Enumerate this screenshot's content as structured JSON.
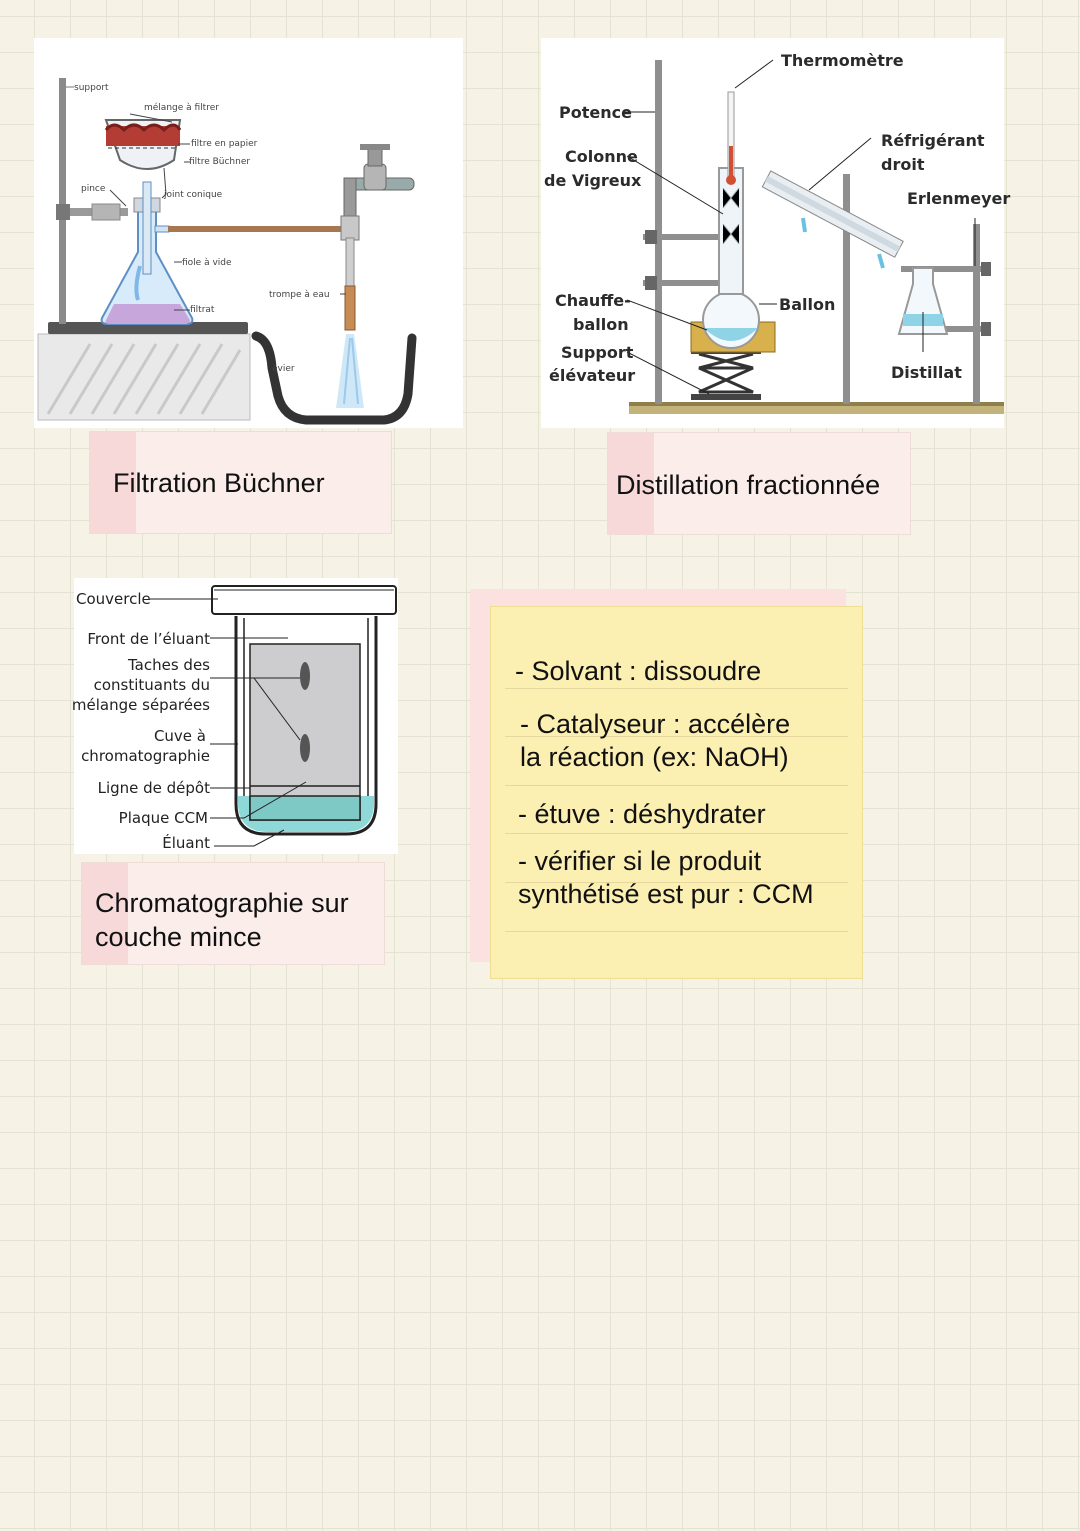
{
  "buchner": {
    "caption": "Filtration Büchner",
    "labels": {
      "support": "support",
      "melange": "mélange à filtrer",
      "filtre_papier": "filtre en papier",
      "filtre_buchner": "filtre Büchner",
      "pince": "pince",
      "joint": "joint conique",
      "fiole": "fiole à vide",
      "filtrat": "filtrat",
      "trompe": "trompe à eau",
      "evier": "évier"
    }
  },
  "distillation": {
    "caption": "Distillation fractionnée",
    "labels": {
      "thermometre": "Thermomètre",
      "potence": "Potence",
      "colonne": "Colonne",
      "vigreux": "de Vigreux",
      "refrigerant": "Réfrigérant",
      "droit": "droit",
      "erlenmeyer": "Erlenmeyer",
      "chauffe": "Chauffe-",
      "ballon_chauffe": "ballon",
      "ballon": "Ballon",
      "support": "Support",
      "elevateur": "élévateur",
      "distillat": "Distillat"
    }
  },
  "ccm": {
    "caption_line1": "Chromatographie sur",
    "caption_line2": "couche mince",
    "labels": {
      "couvercle": "Couvercle",
      "front": "Front de l’éluant",
      "taches1": "Taches des",
      "taches2": "constituants du",
      "taches3": "mélange séparées",
      "cuve1": "Cuve à",
      "cuve2": "chromatographie",
      "ligne": "Ligne de dépôt",
      "plaque": "Plaque CCM",
      "eluant": "Éluant"
    }
  },
  "notes": {
    "items": [
      "- Solvant : dissoudre",
      "- Catalyseur : accélère",
      "la réaction (ex: NaOH)",
      "- étuve : déshydrater",
      "- vérifier si le produit",
      "synthétisé est pur : CCM"
    ]
  }
}
